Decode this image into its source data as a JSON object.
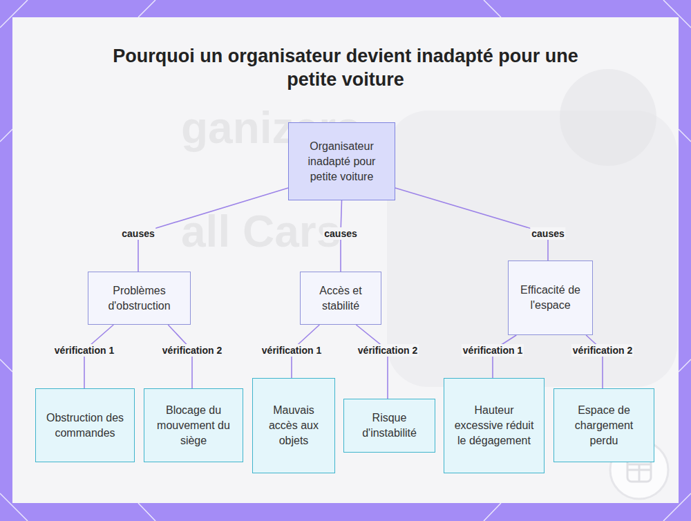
{
  "diagram": {
    "title": "Pourquoi un organisateur devient inadapté pour une petite voiture",
    "nodes": [
      {
        "text": [
          "Organisateur inadapté pour petite voiture"
        ]
      },
      {
        "text": [
          "Problèmes d'obstruction"
        ]
      },
      {
        "text": [
          "Accès et stabilité"
        ]
      },
      {
        "text": [
          "Efficacité de l'espace"
        ]
      },
      {
        "text": [
          "Obstruction des commandes"
        ]
      },
      {
        "text": [
          "Blocage du mouvement du siège"
        ]
      },
      {
        "text": [
          "Mauvais accès aux objets"
        ]
      },
      {
        "text": [
          "Risque d'instabilité"
        ]
      },
      {
        "text": [
          "Hauteur excessive réduit le dégagement"
        ]
      },
      {
        "text": [
          "Espace de chargement perdu"
        ]
      }
    ],
    "edges": [
      {
        "from": 0,
        "to": 1,
        "label": "causes",
        "arrow": "none"
      },
      {
        "from": 0,
        "to": 2,
        "label": "causes",
        "arrow": "none"
      },
      {
        "from": 0,
        "to": 3,
        "label": "causes",
        "arrow": "none"
      },
      {
        "from": 1,
        "to": 4,
        "label": "vérification 1",
        "arrow": "none"
      },
      {
        "from": 1,
        "to": 5,
        "label": "vérification 2",
        "arrow": "none"
      },
      {
        "from": 2,
        "to": 6,
        "label": "vérification 1",
        "arrow": "none"
      },
      {
        "from": 2,
        "to": 7,
        "label": "vérification 2",
        "arrow": "none"
      },
      {
        "from": 3,
        "to": 8,
        "label": "vérification 1",
        "arrow": "none"
      },
      {
        "from": 3,
        "to": 9,
        "label": "vérification 2",
        "arrow": "none"
      }
    ],
    "labels": [
      "ganizers",
      "all Cars"
    ]
  }
}
